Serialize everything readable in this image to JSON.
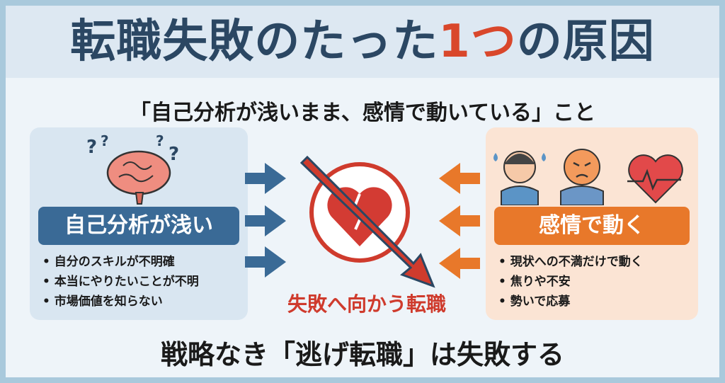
{
  "title": {
    "before": "転職失敗のたった",
    "highlight": "1つ",
    "after": "の原因"
  },
  "subtitle": "「自己分析が浅いまま、感情で動いている」こと",
  "left_panel": {
    "label": "自己分析が浅い",
    "items": [
      "自分のスキルが不明確",
      "本当にやりたいことが不明",
      "市場価値を知らない"
    ]
  },
  "right_panel": {
    "label": "感情で動く",
    "items": [
      "現状への不満だけで動く",
      "焦りや不安",
      "勢いで応募"
    ]
  },
  "center_label": "失敗へ向かう転職",
  "bottom_text": "戦略なき「逃げ転職」は失敗する",
  "colors": {
    "navy": "#2b4763",
    "accent_red": "#d9472b",
    "blue": "#3a6a96",
    "orange": "#e8782a"
  }
}
